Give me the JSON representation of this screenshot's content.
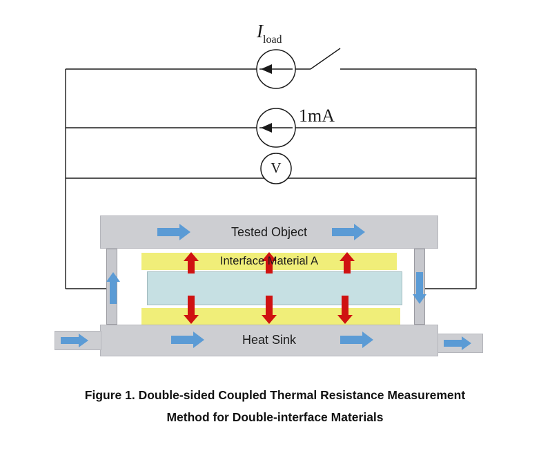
{
  "colors": {
    "arrow_blue": "#5b9bd5",
    "arrow_red": "#cf1211",
    "block_gray": "#cdced2",
    "interface_yellow": "#f0ee79",
    "sample_cyan": "#c6e0e3",
    "wire_black": "#1a1a1a"
  },
  "circuit": {
    "load_current_symbol": "I",
    "load_current_subscript": "load",
    "sense_current_label": "1mA",
    "voltmeter_label": "V"
  },
  "stack": {
    "tested_object_label": "Tested Object",
    "interface_a_label": "Interface Material A",
    "heat_sink_label": "Heat Sink"
  },
  "caption": {
    "line1": "Figure 1. Double-sided Coupled Thermal Resistance Measurement",
    "line2": "Method for Double-interface Materials"
  }
}
